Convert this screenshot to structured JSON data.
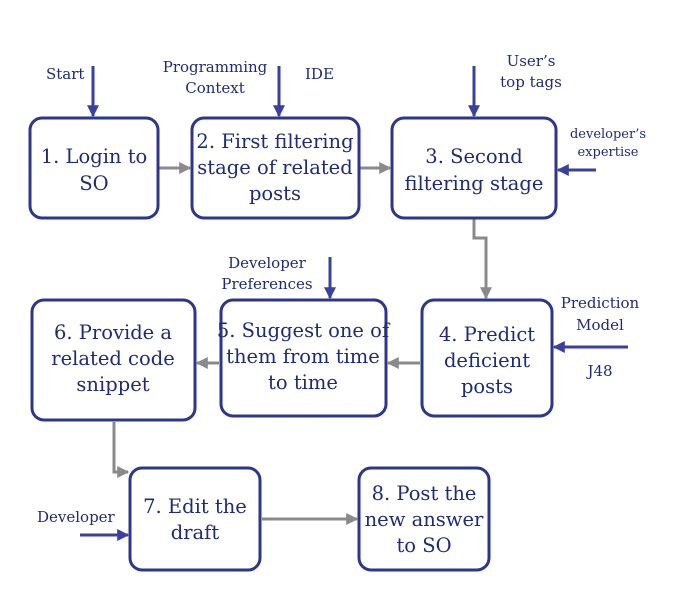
{
  "boxes": [
    {
      "id": "b1",
      "lines": [
        "1. Login to",
        "SO"
      ]
    },
    {
      "id": "b2",
      "lines": [
        "2. First filtering",
        "stage of related",
        "posts"
      ]
    },
    {
      "id": "b3",
      "lines": [
        "3. Second",
        "filtering stage"
      ]
    },
    {
      "id": "b4",
      "lines": [
        "4. Predict",
        "deficient",
        "posts"
      ]
    },
    {
      "id": "b5",
      "lines": [
        "5. Suggest one of",
        "them from time",
        "to time"
      ]
    },
    {
      "id": "b6",
      "lines": [
        "6. Provide a",
        "related code",
        "snippet"
      ]
    },
    {
      "id": "b7",
      "lines": [
        "7. Edit the",
        "draft"
      ]
    },
    {
      "id": "b8",
      "lines": [
        "8. Post the",
        "new answer",
        "to SO"
      ]
    }
  ],
  "inputs": {
    "start": "Start",
    "programming_context": [
      "Programming",
      "Context"
    ],
    "ide": "IDE",
    "users_top_tags": [
      "User’s",
      "top tags"
    ],
    "developers_expertise": [
      "developer’s",
      "expertise"
    ],
    "developer_preferences": [
      "Developer",
      "Preferences"
    ],
    "prediction_model": [
      "Prediction",
      "Model"
    ],
    "j48": "J48",
    "developer": "Developer"
  },
  "colors": {
    "box_border": "#2c3590",
    "text": "#1f2a7a",
    "flow_arrow": "#8a8a8a",
    "input_arrow": "#3b3fa0"
  }
}
